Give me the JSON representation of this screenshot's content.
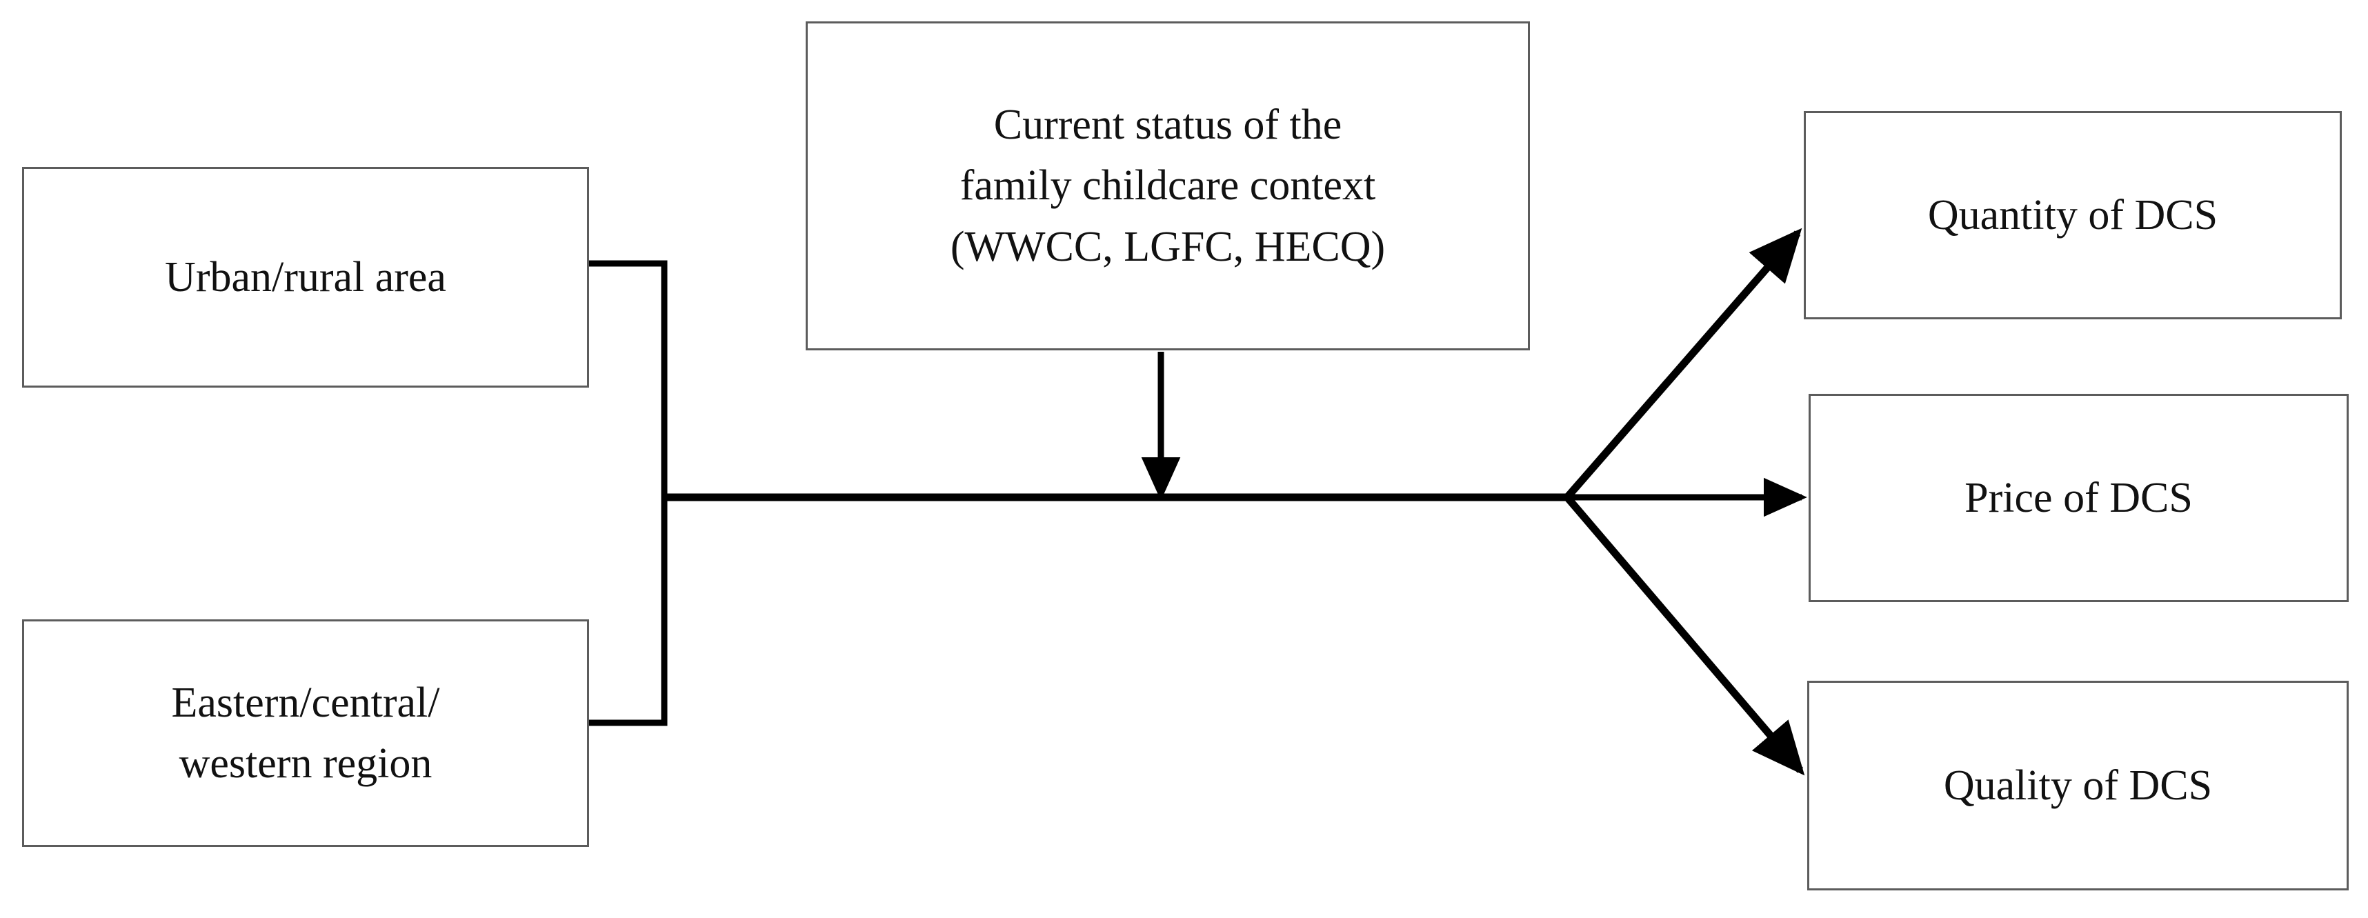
{
  "diagram": {
    "type": "flow-diagram",
    "background_color": "#ffffff",
    "box_border_color": "#5c5c5c",
    "edge_color": "#000000",
    "text_color": "#111111",
    "nodes": [
      {
        "id": "urban",
        "label": "Urban/rural area",
        "column": "left",
        "row": "top"
      },
      {
        "id": "region",
        "label": "Eastern/central/\nwestern region",
        "column": "left",
        "row": "bottom"
      },
      {
        "id": "context",
        "label": "Current status of the\nfamily childcare context\n(WWCC, LGFC, HECQ)",
        "column": "center",
        "row": "top"
      },
      {
        "id": "quantity",
        "label": "Quantity of DCS",
        "column": "right",
        "row": "top"
      },
      {
        "id": "price",
        "label": "Price of DCS",
        "column": "right",
        "row": "middle"
      },
      {
        "id": "quality",
        "label": "Quality of DCS",
        "column": "right",
        "row": "bottom"
      }
    ],
    "edges": [
      {
        "id": "urban-to-trunk",
        "from": "urban",
        "to": "trunk",
        "style": "elbow",
        "arrowhead": false
      },
      {
        "id": "region-to-trunk",
        "from": "region",
        "to": "trunk",
        "style": "elbow",
        "arrowhead": false
      },
      {
        "id": "trunk-to-junction",
        "from": "trunk",
        "to": "junction",
        "style": "straight",
        "arrowhead": false
      },
      {
        "id": "context-to-trunk",
        "from": "context",
        "to": "trunk",
        "style": "vertical",
        "arrowhead": true
      },
      {
        "id": "junction-to-quantity",
        "from": "junction",
        "to": "quantity",
        "style": "diagonal-up",
        "arrowhead": true
      },
      {
        "id": "junction-to-price",
        "from": "junction",
        "to": "price",
        "style": "straight",
        "arrowhead": true
      },
      {
        "id": "junction-to-quality",
        "from": "junction",
        "to": "quality",
        "style": "diagonal-down",
        "arrowhead": true
      }
    ]
  }
}
